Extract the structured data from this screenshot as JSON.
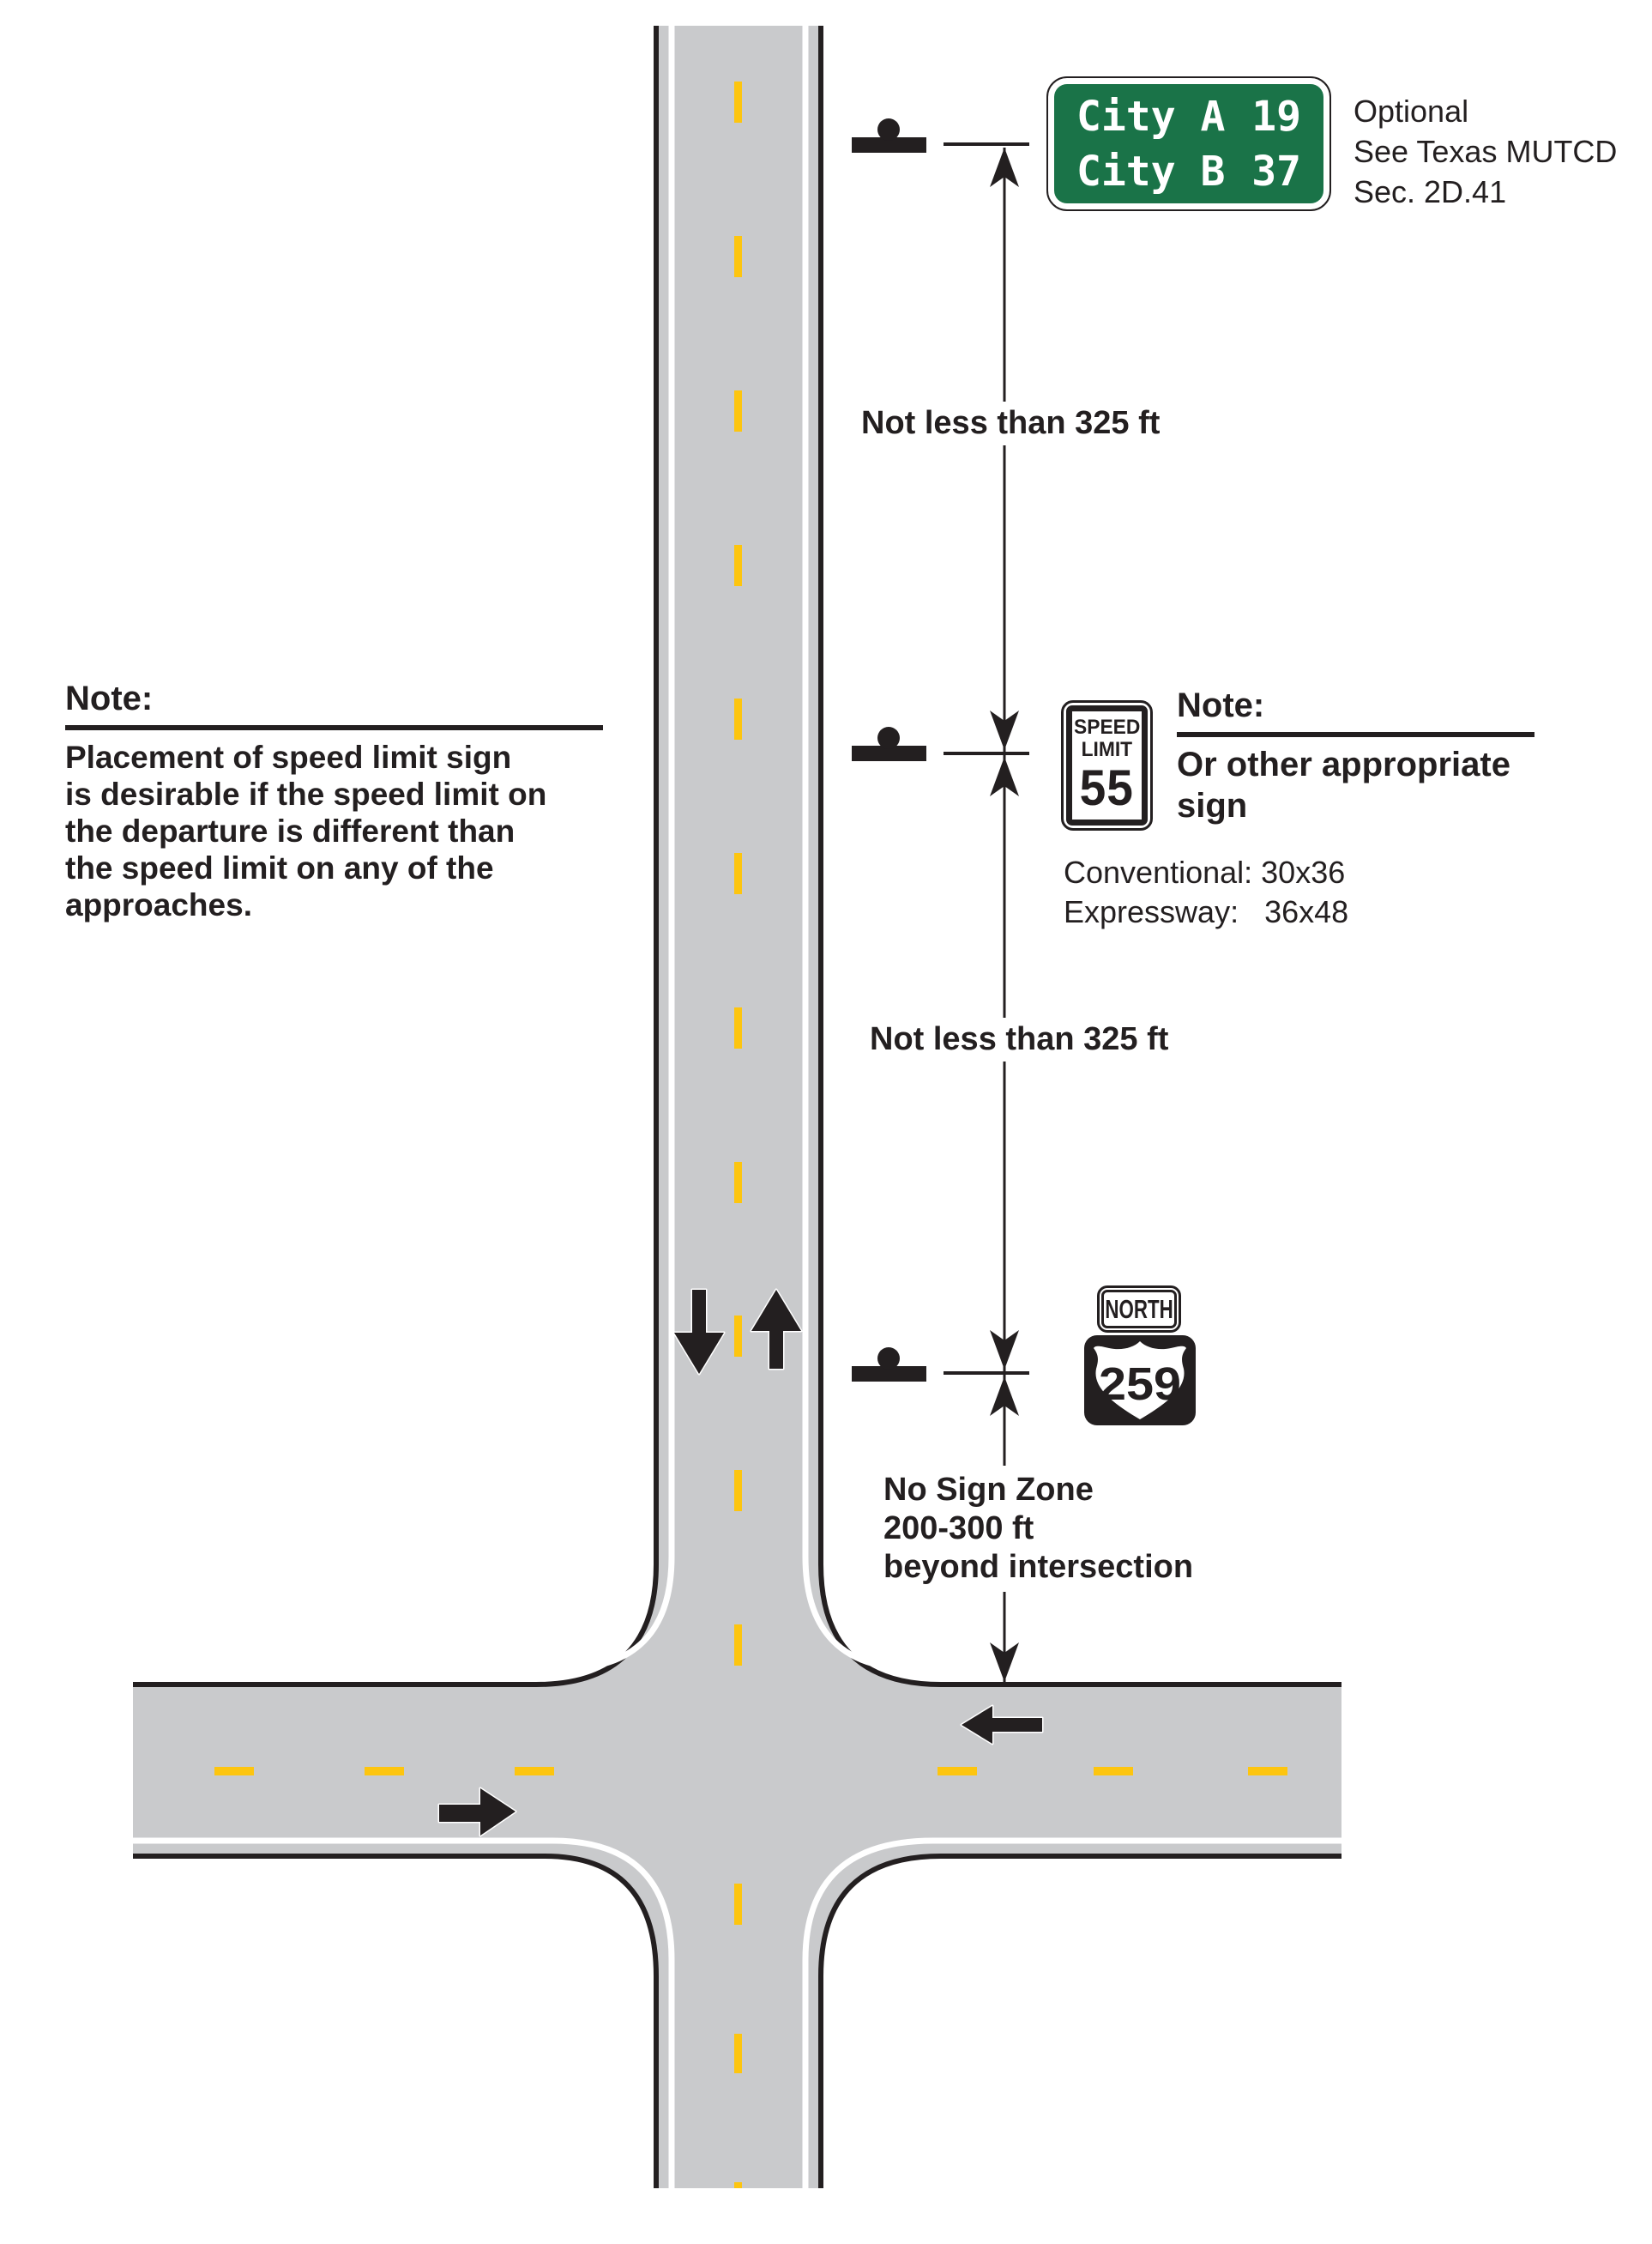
{
  "left_note": {
    "title": "Note:",
    "lines": [
      "Placement of speed limit sign",
      "is desirable if the speed limit on",
      "the departure is different than",
      "the speed limit on any of the",
      "approaches."
    ]
  },
  "guide_sign": {
    "rows": [
      {
        "city": "City A",
        "distance": "19"
      },
      {
        "city": "City B",
        "distance": "37"
      }
    ],
    "annotation": [
      "Optional",
      "See Texas MUTCD",
      "Sec. 2D.41"
    ]
  },
  "dimensions": {
    "upper": "Not less than 325 ft",
    "lower": "Not less than 325 ft",
    "no_sign_zone": [
      "No Sign Zone",
      "200-300 ft",
      "beyond intersection"
    ]
  },
  "speed_sign": {
    "word1": "SPEED",
    "word2": "LIMIT",
    "value": "55"
  },
  "speed_note": {
    "title": "Note:",
    "line1": "Or other appropriate",
    "line2": "sign",
    "size1": "Conventional: 30x36",
    "size2": "Expressway:   36x48"
  },
  "route_sign": {
    "plate": "NORTH",
    "number": "259"
  },
  "colors": {
    "road_gray": "#C9CACC",
    "marking_yellow": "#FDC50F",
    "sign_green": "#1A7348",
    "line_black": "#231F20"
  }
}
